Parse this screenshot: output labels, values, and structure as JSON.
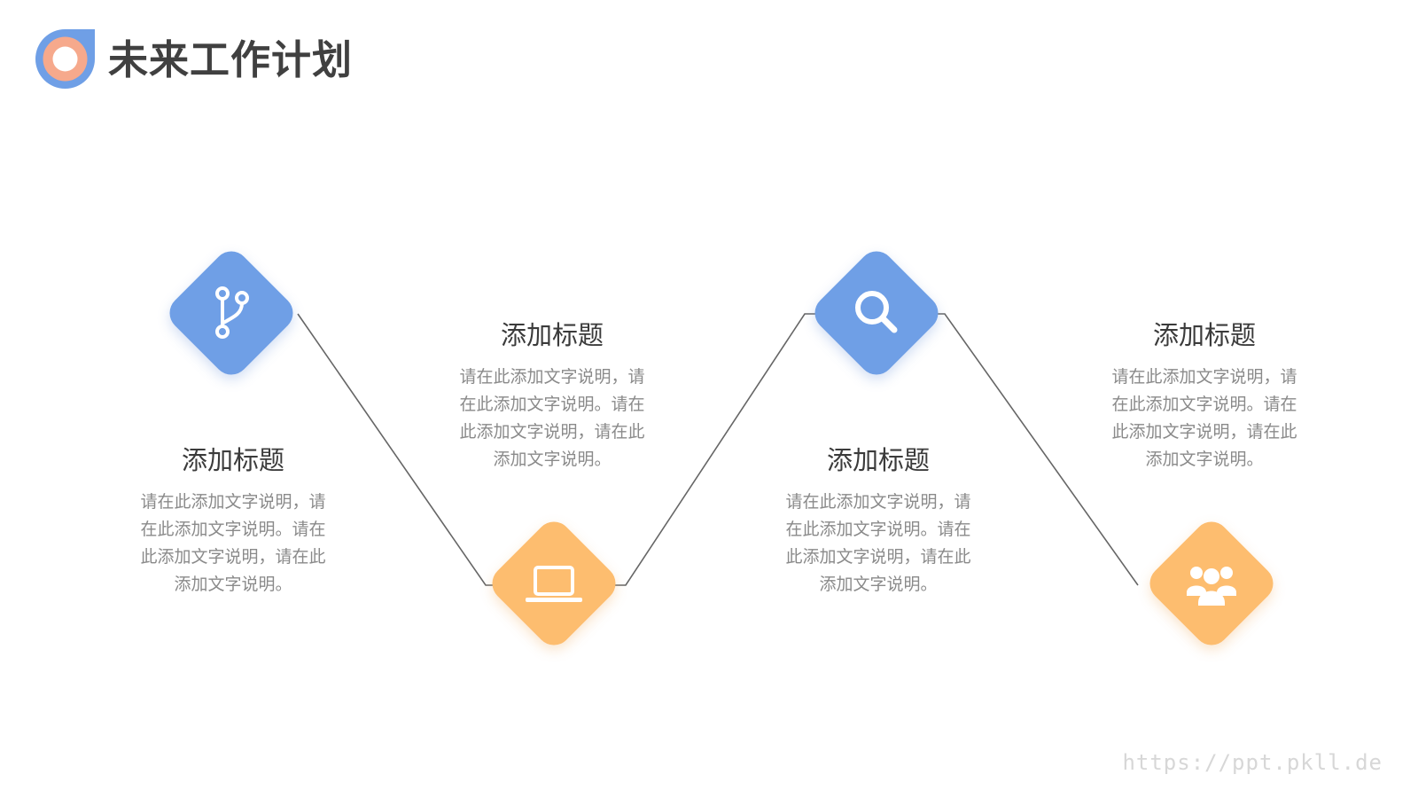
{
  "header": {
    "title": "未来工作计划",
    "logo_icon": "ring-logo-icon"
  },
  "colors": {
    "blue": "#6f9fe6",
    "orange": "#fdbd6f",
    "logo_peach": "#f6a98c",
    "line": "#666666"
  },
  "steps": [
    {
      "icon": "git-branch-icon",
      "color": "blue",
      "title": "添加标题",
      "desc": "请在此添加文字说明，请在此添加文字说明。请在此添加文字说明，请在此添加文字说明。"
    },
    {
      "icon": "laptop-icon",
      "color": "orange",
      "title": "添加标题",
      "desc": "请在此添加文字说明，请在此添加文字说明。请在此添加文字说明，请在此添加文字说明。"
    },
    {
      "icon": "search-icon",
      "color": "blue",
      "title": "添加标题",
      "desc": "请在此添加文字说明，请在此添加文字说明。请在此添加文字说明，请在此添加文字说明。"
    },
    {
      "icon": "users-icon",
      "color": "orange",
      "title": "添加标题",
      "desc": "请在此添加文字说明，请在此添加文字说明。请在此添加文字说明，请在此添加文字说明。"
    }
  ],
  "watermark": "https://ppt.pkll.de"
}
